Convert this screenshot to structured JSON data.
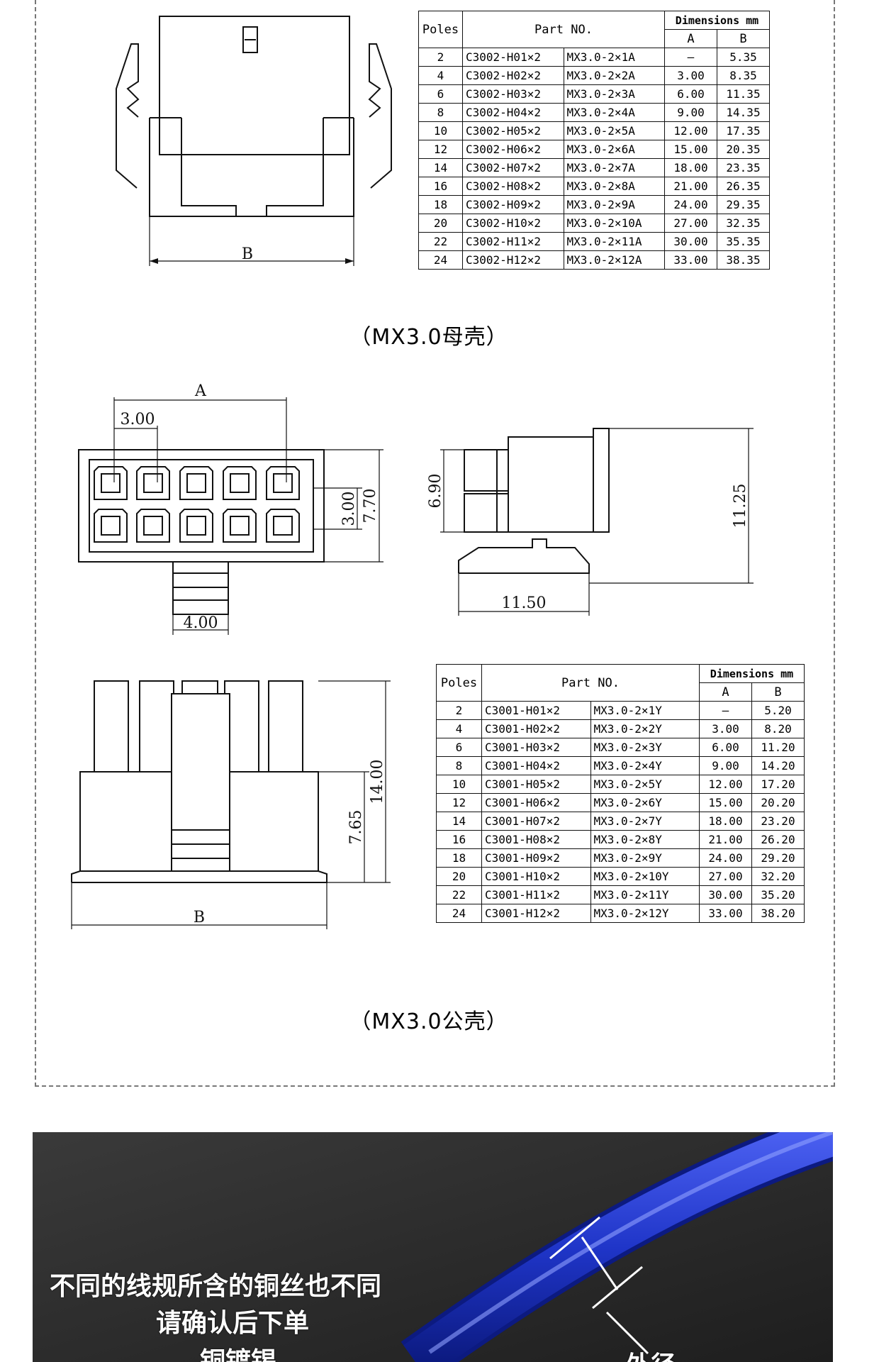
{
  "female": {
    "caption": "（MX3.0母壳）",
    "drawing_label_b": "B",
    "table": {
      "headers": {
        "poles": "Poles",
        "part": "Part NO.",
        "dims": "Dimensions mm",
        "a": "A",
        "b": "B"
      },
      "rows": [
        {
          "poles": "2",
          "c": "C3002-H01×2",
          "mx": "MX3.0-2×1A",
          "a": "—",
          "b": "5.35"
        },
        {
          "poles": "4",
          "c": "C3002-H02×2",
          "mx": "MX3.0-2×2A",
          "a": "3.00",
          "b": "8.35"
        },
        {
          "poles": "6",
          "c": "C3002-H03×2",
          "mx": "MX3.0-2×3A",
          "a": "6.00",
          "b": "11.35"
        },
        {
          "poles": "8",
          "c": "C3002-H04×2",
          "mx": "MX3.0-2×4A",
          "a": "9.00",
          "b": "14.35"
        },
        {
          "poles": "10",
          "c": "C3002-H05×2",
          "mx": "MX3.0-2×5A",
          "a": "12.00",
          "b": "17.35"
        },
        {
          "poles": "12",
          "c": "C3002-H06×2",
          "mx": "MX3.0-2×6A",
          "a": "15.00",
          "b": "20.35"
        },
        {
          "poles": "14",
          "c": "C3002-H07×2",
          "mx": "MX3.0-2×7A",
          "a": "18.00",
          "b": "23.35"
        },
        {
          "poles": "16",
          "c": "C3002-H08×2",
          "mx": "MX3.0-2×8A",
          "a": "21.00",
          "b": "26.35"
        },
        {
          "poles": "18",
          "c": "C3002-H09×2",
          "mx": "MX3.0-2×9A",
          "a": "24.00",
          "b": "29.35"
        },
        {
          "poles": "20",
          "c": "C3002-H10×2",
          "mx": "MX3.0-2×10A",
          "a": "27.00",
          "b": "32.35"
        },
        {
          "poles": "22",
          "c": "C3002-H11×2",
          "mx": "MX3.0-2×11A",
          "a": "30.00",
          "b": "35.35"
        },
        {
          "poles": "24",
          "c": "C3002-H12×2",
          "mx": "MX3.0-2×12A",
          "a": "33.00",
          "b": "38.35"
        }
      ]
    }
  },
  "male": {
    "caption": "（MX3.0公壳）",
    "front_view": {
      "label_a": "A",
      "pitch": "3.00",
      "row_pitch": "3.00",
      "height": "7.70",
      "latch_width": "4.00"
    },
    "side_view": {
      "inner_height": "6.90",
      "total_height": "11.25",
      "length": "11.50"
    },
    "bottom_view": {
      "height_low": "7.65",
      "height_total": "14.00",
      "label_b": "B"
    },
    "table": {
      "headers": {
        "poles": "Poles",
        "part": "Part NO.",
        "dims": "Dimensions mm",
        "a": "A",
        "b": "B"
      },
      "rows": [
        {
          "poles": "2",
          "c": "C3001-H01×2",
          "mx": "MX3.0-2×1Y",
          "a": "—",
          "b": "5.20"
        },
        {
          "poles": "4",
          "c": "C3001-H02×2",
          "mx": "MX3.0-2×2Y",
          "a": "3.00",
          "b": "8.20"
        },
        {
          "poles": "6",
          "c": "C3001-H03×2",
          "mx": "MX3.0-2×3Y",
          "a": "6.00",
          "b": "11.20"
        },
        {
          "poles": "8",
          "c": "C3001-H04×2",
          "mx": "MX3.0-2×4Y",
          "a": "9.00",
          "b": "14.20"
        },
        {
          "poles": "10",
          "c": "C3001-H05×2",
          "mx": "MX3.0-2×5Y",
          "a": "12.00",
          "b": "17.20"
        },
        {
          "poles": "12",
          "c": "C3001-H06×2",
          "mx": "MX3.0-2×6Y",
          "a": "15.00",
          "b": "20.20"
        },
        {
          "poles": "14",
          "c": "C3001-H07×2",
          "mx": "MX3.0-2×7Y",
          "a": "18.00",
          "b": "23.20"
        },
        {
          "poles": "16",
          "c": "C3001-H08×2",
          "mx": "MX3.0-2×8Y",
          "a": "21.00",
          "b": "26.20"
        },
        {
          "poles": "18",
          "c": "C3001-H09×2",
          "mx": "MX3.0-2×9Y",
          "a": "24.00",
          "b": "29.20"
        },
        {
          "poles": "20",
          "c": "C3001-H10×2",
          "mx": "MX3.0-2×10Y",
          "a": "27.00",
          "b": "32.20"
        },
        {
          "poles": "22",
          "c": "C3001-H11×2",
          "mx": "MX3.0-2×11Y",
          "a": "30.00",
          "b": "35.20"
        },
        {
          "poles": "24",
          "c": "C3001-H12×2",
          "mx": "MX3.0-2×12Y",
          "a": "33.00",
          "b": "38.20"
        }
      ]
    }
  },
  "photo": {
    "line1": "不同的线规所含的铜丝也不同",
    "line2": "请确认后下单",
    "line3": "铜镀锡",
    "label_outer": "外径",
    "colors": {
      "background": "#2c2c2c",
      "wire": "#1f35c8"
    }
  }
}
